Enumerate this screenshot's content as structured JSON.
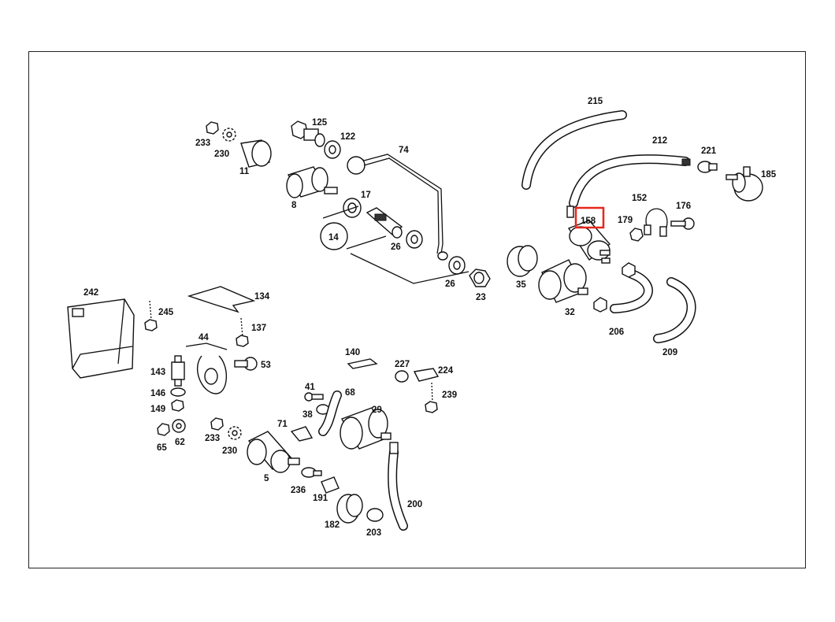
{
  "diagram": {
    "highlight_color": "#e8261b",
    "labels": [
      {
        "id": "215",
        "text": "215"
      },
      {
        "id": "212",
        "text": "212"
      },
      {
        "id": "221",
        "text": "221"
      },
      {
        "id": "185",
        "text": "185"
      },
      {
        "id": "152",
        "text": "152"
      },
      {
        "id": "176",
        "text": "176"
      },
      {
        "id": "158",
        "text": "158"
      },
      {
        "id": "179",
        "text": "179"
      },
      {
        "id": "125",
        "text": "125"
      },
      {
        "id": "122",
        "text": "122"
      },
      {
        "id": "74",
        "text": "74"
      },
      {
        "id": "233a",
        "text": "233"
      },
      {
        "id": "230a",
        "text": "230"
      },
      {
        "id": "11",
        "text": "11"
      },
      {
        "id": "8",
        "text": "8"
      },
      {
        "id": "17",
        "text": "17"
      },
      {
        "id": "14",
        "text": "14"
      },
      {
        "id": "26a",
        "text": "26"
      },
      {
        "id": "26b",
        "text": "26"
      },
      {
        "id": "23",
        "text": "23"
      },
      {
        "id": "35",
        "text": "35"
      },
      {
        "id": "32",
        "text": "32"
      },
      {
        "id": "206",
        "text": "206"
      },
      {
        "id": "209",
        "text": "209"
      },
      {
        "id": "242",
        "text": "242"
      },
      {
        "id": "245",
        "text": "245"
      },
      {
        "id": "134",
        "text": "134"
      },
      {
        "id": "137",
        "text": "137"
      },
      {
        "id": "44",
        "text": "44"
      },
      {
        "id": "53",
        "text": "53"
      },
      {
        "id": "143",
        "text": "143"
      },
      {
        "id": "146",
        "text": "146"
      },
      {
        "id": "149",
        "text": "149"
      },
      {
        "id": "65",
        "text": "65"
      },
      {
        "id": "62",
        "text": "62"
      },
      {
        "id": "233b",
        "text": "233"
      },
      {
        "id": "230b",
        "text": "230"
      },
      {
        "id": "5",
        "text": "5"
      },
      {
        "id": "140",
        "text": "140"
      },
      {
        "id": "227",
        "text": "227"
      },
      {
        "id": "224",
        "text": "224"
      },
      {
        "id": "239",
        "text": "239"
      },
      {
        "id": "41",
        "text": "41"
      },
      {
        "id": "68",
        "text": "68"
      },
      {
        "id": "38",
        "text": "38"
      },
      {
        "id": "29",
        "text": "29"
      },
      {
        "id": "71",
        "text": "71"
      },
      {
        "id": "236",
        "text": "236"
      },
      {
        "id": "191",
        "text": "191"
      },
      {
        "id": "200",
        "text": "200"
      },
      {
        "id": "182",
        "text": "182"
      },
      {
        "id": "203",
        "text": "203"
      }
    ]
  }
}
